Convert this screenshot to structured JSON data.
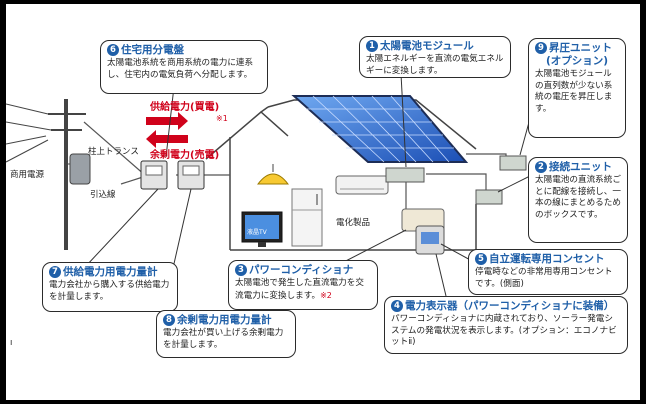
{
  "callouts": {
    "solar": {
      "num": "1",
      "title": "太陽電池モジュール",
      "desc": "太陽エネルギーを直流の電気エネルギーに変換します。"
    },
    "junction": {
      "num": "2",
      "title": "接続ユニット",
      "desc": "太陽電池の直流系統ごとに配線を接続し、一本の線にまとめるためのボックスです。"
    },
    "conditioner": {
      "num": "3",
      "title": "パワーコンディショナ",
      "desc": "太陽電池で発生した直流電力を交流電力に変換します。",
      "note": "※2"
    },
    "display": {
      "num": "4",
      "title": "電力表示器（パワーコンディショナに装備）",
      "desc": "パワーコンディショナに内蔵されており、ソーラー発電システムの発電状況を表示します。(オプション：エコノナビットⅱ)"
    },
    "outlet": {
      "num": "5",
      "title": "自立運転専用コンセント",
      "desc": "停電時などの非常用専用コンセントです。(側面)"
    },
    "panel": {
      "num": "6",
      "title": "住宅用分電盤",
      "desc": "太陽電池系統を商用系統の電力に連系し、住宅内の電気負荷へ分配します。"
    },
    "supply_meter": {
      "num": "7",
      "title": "供給電力用電力量計",
      "desc": "電力会社から購入する供給電力を計量します。"
    },
    "surplus_meter": {
      "num": "8",
      "title": "余剰電力用電力量計",
      "desc": "電力会社が買い上げる余剰電力を計量します。"
    },
    "booster": {
      "num": "9",
      "title": "昇圧ユニット",
      "subtitle": "(オプション)",
      "desc": "太陽電池モジュールの直列数が少ない系統の電圧を昇圧します。"
    }
  },
  "labels": {
    "supply_flow": "供給電力(買電)",
    "surplus_flow": "余剰電力(売電)",
    "flow_note": "※1",
    "pole_transformer": "柱上トランス",
    "commercial_power": "商用電源",
    "service_line": "引込線",
    "appliances": "電化製品",
    "tv_screen": "液晶TV",
    "margin_mark": "ı"
  },
  "colors": {
    "accent": "#1f5fa8",
    "red": "#d0021b",
    "panel_blue": "#2f62c4"
  }
}
